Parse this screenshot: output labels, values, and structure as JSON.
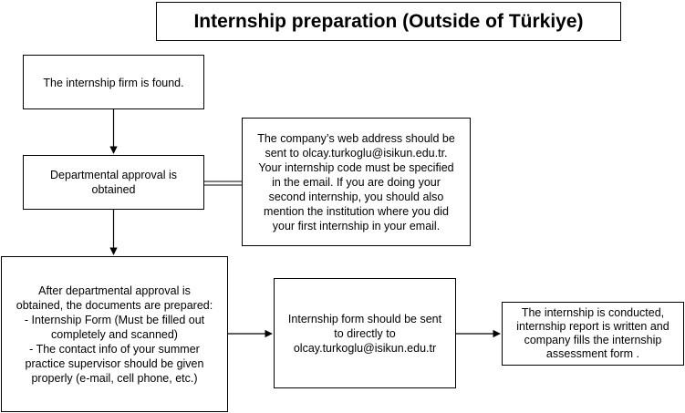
{
  "title": "Internship preparation (Outside of Türkiye)",
  "nodes": {
    "firm_found": [
      "The internship firm is found."
    ],
    "dept_approval": [
      "Departmental approval is",
      "obtained"
    ],
    "web_address_note": [
      "The company’s web address should be",
      "sent to olcay.turkoglu@isikun.edu.tr.",
      "Your internship code must be specified",
      "in the email. If you are doing your",
      "second internship, you should also",
      "mention the institution where you did",
      "your first internship in your email."
    ],
    "documents_prepared": [
      "After departmental approval is",
      "obtained, the documents are prepared:",
      "- Internship Form (Must be filled out",
      "completely and scanned)",
      "- The contact info of your summer",
      "practice supervisor should be given",
      "properly (e-mail, cell phone, etc.)"
    ],
    "send_form": [
      "Internship form should be sent",
      "to directly to",
      "olcay.turkoglu@isikun.edu.tr"
    ],
    "conducted": [
      "The internship is conducted,",
      "internship report is written and",
      "company fills the internship",
      "assessment form ."
    ]
  }
}
